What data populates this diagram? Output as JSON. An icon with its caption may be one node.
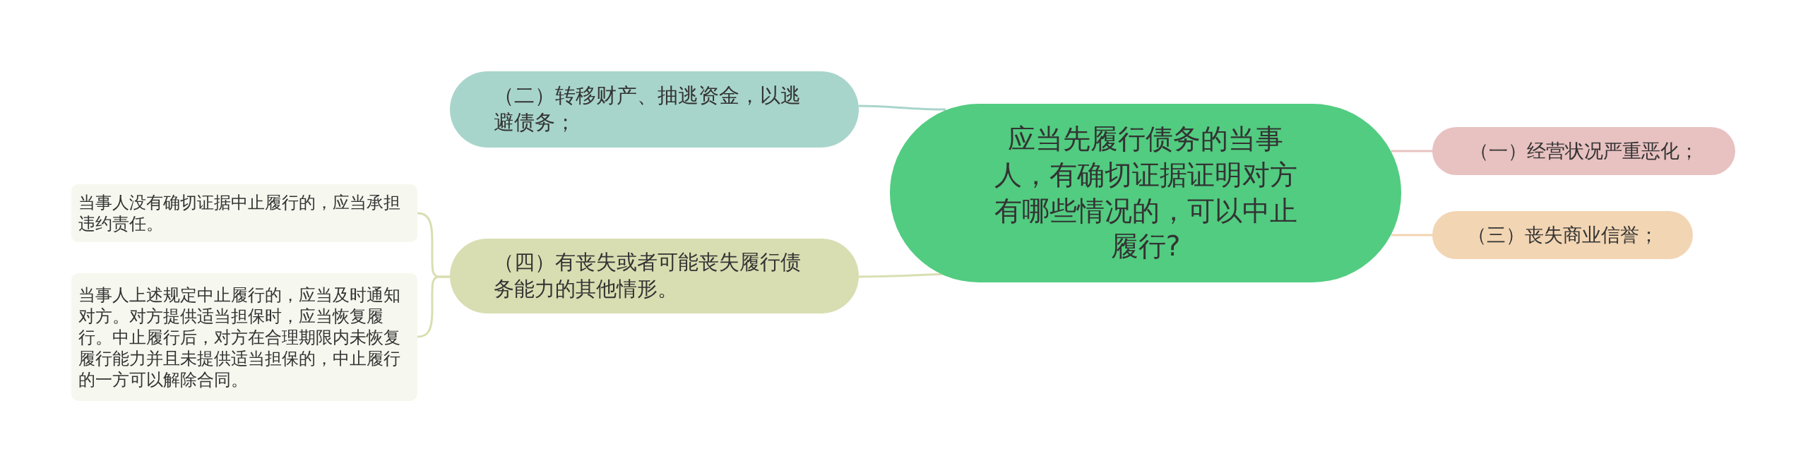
{
  "diagram": {
    "nodes": [
      {
        "text": [
          "应当先履行债务的当事人，有确切证据证明对方有哪些情况的，可以中止履行?"
        ]
      },
      {
        "text": [
          "（二）转移财产、抽逃资金，以逃避债务；"
        ]
      },
      {
        "text": [
          "（一）经营状况严重恶化；"
        ]
      },
      {
        "text": [
          "（三）丧失商业信誉；"
        ]
      },
      {
        "text": [
          "（四）有丧失或者可能丧失履行债务能力的其他情形。"
        ]
      },
      {
        "text": [
          "当事人没有确切证据中止履行的，应当承担违约责任。"
        ]
      },
      {
        "text": [
          "当事人上述规定中止履行的，应当及时通知对方。对方提供适当担保时，应当恢复履行。中止履行后，对方在合理期限内未恢复履行能力并且未提供适当担保的，中止履行的一方可以解除合同。"
        ]
      }
    ],
    "edges": [
      {
        "from": 0,
        "to": 1,
        "arrow": "none",
        "color": "#a8d5cb"
      },
      {
        "from": 0,
        "to": 2,
        "arrow": "none",
        "color": "#e8c1c1"
      },
      {
        "from": 0,
        "to": 3,
        "arrow": "none",
        "color": "#f2d5b3"
      },
      {
        "from": 0,
        "to": 4,
        "arrow": "none",
        "color": "#d9deb2"
      },
      {
        "from": 4,
        "to": 5,
        "arrow": "none",
        "color": "#d9deb2"
      },
      {
        "from": 4,
        "to": 6,
        "arrow": "none",
        "color": "#d9deb2"
      }
    ]
  }
}
